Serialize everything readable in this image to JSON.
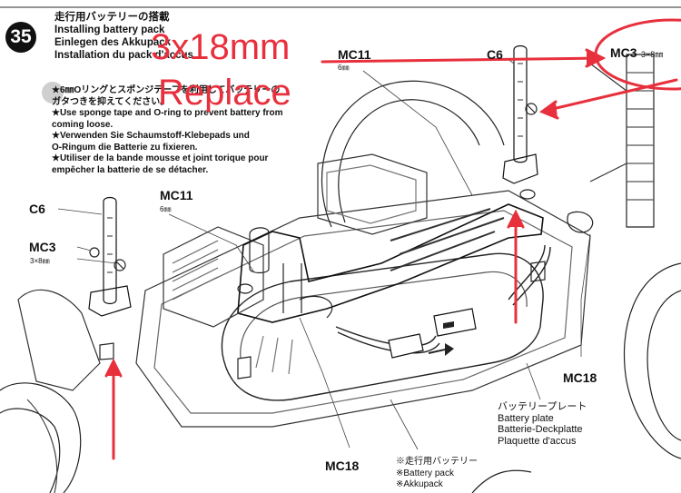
{
  "step": {
    "number": "35"
  },
  "title": {
    "jp": "走行用バッテリーの搭載",
    "en": "Installing battery pack",
    "de": "Einlegen des Akkupack",
    "fr": "Installation du pack d'accus"
  },
  "notes": [
    "★6㎜Oリングとスポンジテープを利用してバッテリーの",
    "ガタつきを抑えてください。",
    "★Use sponge tape and O-ring to prevent battery from",
    "coming loose.",
    "★Verwenden  Sie  Schaumstoff-Klebepads  und",
    "O-Ringum die Batterie zu fixieren.",
    "★Utiliser de la bande mousse et joint torique pour",
    "empêcher la batterie de se détacher."
  ],
  "annotation": {
    "size_text": "3x18mm",
    "action_text": "Replace",
    "color": "#e8303d"
  },
  "labels": {
    "mc11_top": "MC11",
    "mc11_top_sub": "6㎜",
    "c6_top": "C6",
    "mc3_top": "MC3",
    "mc3_top_sub": "3×8㎜",
    "c6_left": "C6",
    "mc11_mid": "MC11",
    "mc11_mid_sub": "6㎜",
    "mc3_left": "MC3",
    "mc3_left_sub": "3×8㎜",
    "mc18_right": "MC18",
    "mc18_bottom": "MC18"
  },
  "caption_plate": {
    "jp": "バッテリープレート",
    "en": "Battery plate",
    "de": "Batterie-Deckplatte",
    "fr": "Plaquette d'accus"
  },
  "caption_pack": {
    "jp": "※走行用バッテリー",
    "en": "※Battery pack",
    "de": "※Akkupack"
  }
}
